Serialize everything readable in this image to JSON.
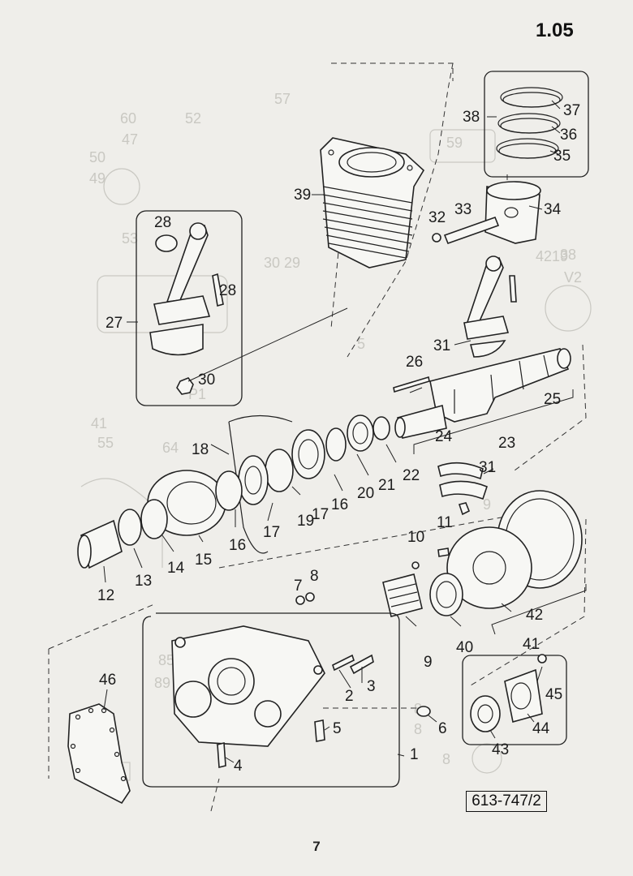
{
  "page": {
    "section_code": "1.05",
    "drawing_number": "613-747/2",
    "page_number": "7"
  },
  "callouts": [
    "1",
    "2",
    "3",
    "4",
    "5",
    "6",
    "7",
    "8",
    "9",
    "10",
    "11",
    "12",
    "13",
    "14",
    "15",
    "16",
    "16",
    "17",
    "17",
    "18",
    "19",
    "20",
    "21",
    "22",
    "23",
    "24",
    "25",
    "26",
    "27",
    "28",
    "28",
    "30",
    "31",
    "31",
    "32",
    "33",
    "34",
    "35",
    "36",
    "37",
    "38",
    "39",
    "40",
    "41",
    "42",
    "43",
    "44",
    "45",
    "46"
  ],
  "ghost_labels": [
    "57",
    "52",
    "50",
    "60",
    "47",
    "59",
    "49",
    "38",
    "53",
    "5",
    "P1",
    "8",
    "8",
    "8",
    "85",
    "89",
    "29",
    "30",
    "41",
    "55",
    "64",
    "4219",
    "V2",
    "8",
    "9"
  ]
}
